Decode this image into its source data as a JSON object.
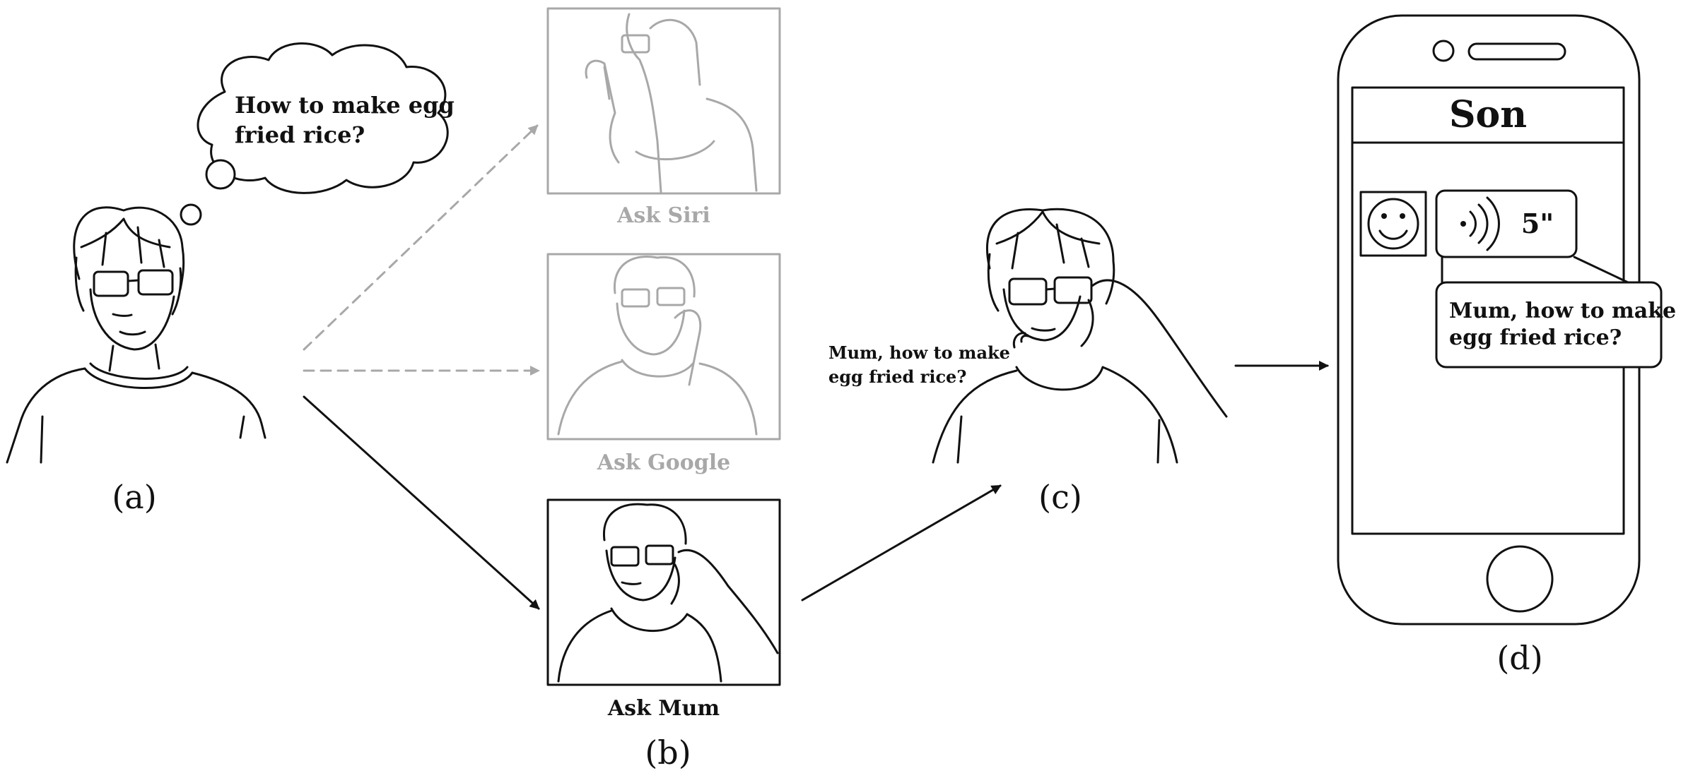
{
  "panel_a": {
    "thought": [
      "How to make egg",
      "fried rice?"
    ],
    "caption": "(a)"
  },
  "panel_b": {
    "options": [
      {
        "label": "Ask Siri",
        "state": "faded"
      },
      {
        "label": "Ask Google",
        "state": "faded"
      },
      {
        "label": "Ask Mum",
        "state": "chosen"
      }
    ],
    "caption": "(b)"
  },
  "panel_c": {
    "speech": [
      "Mum, how to make",
      "egg fried rice?"
    ],
    "caption": "(c)"
  },
  "panel_d": {
    "chat_title": "Son",
    "voice_duration": "5\"",
    "transcript": [
      "Mum, how to make",
      "egg fried rice?"
    ],
    "caption": "(d)"
  },
  "colors": {
    "ink": "#111111",
    "faded": "#a8a8a8"
  },
  "icons": {
    "avatar": "smiley-face-icon",
    "voice": "sound-wave-icon"
  }
}
